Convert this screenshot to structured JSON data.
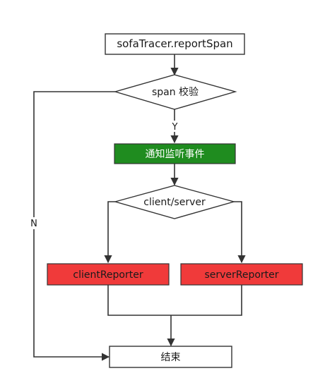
{
  "nodes": {
    "report_span": "sofaTracer.reportSpan",
    "span_check": "span 校验",
    "notify": "通知监听事件",
    "role_check": "client/server",
    "client_reporter": "clientReporter",
    "server_reporter": "serverReporter",
    "end": "结束"
  },
  "edge_labels": {
    "yes": "Y",
    "no": "N"
  },
  "colors": {
    "line": "#333333",
    "node_border": "#333333",
    "node_fill": "#ffffff",
    "notify_fill": "#1f8c1f",
    "notify_text": "#ffffff",
    "reporter_fill": "#f03a3a",
    "reporter_text": "#1a1a1a"
  }
}
